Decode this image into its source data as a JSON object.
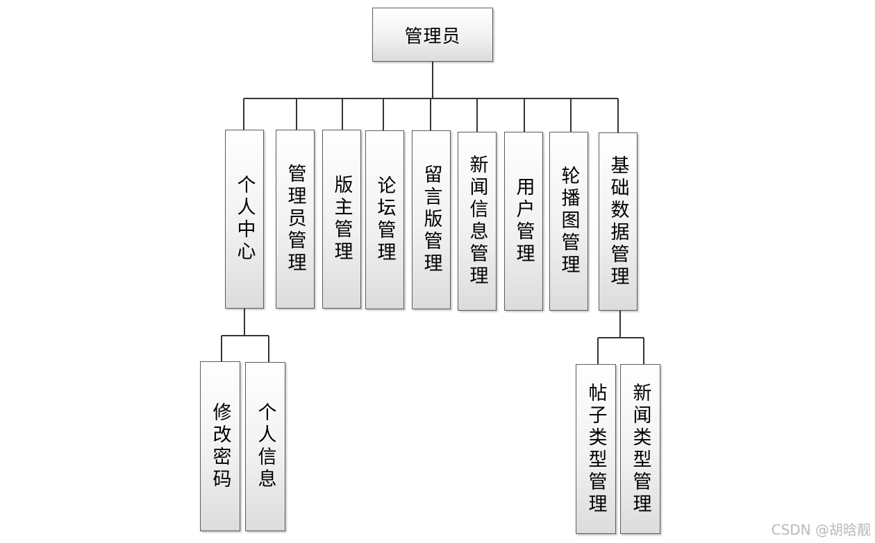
{
  "diagram": {
    "root": {
      "id": "root",
      "label": "管理员"
    },
    "level1": [
      {
        "id": "personal-center",
        "label": "个人中心"
      },
      {
        "id": "admin-management",
        "label": "管理员管理"
      },
      {
        "id": "moderator-management",
        "label": "版主管理"
      },
      {
        "id": "forum-management",
        "label": "论坛管理"
      },
      {
        "id": "message-board-management",
        "label": "留言版管理"
      },
      {
        "id": "news-info-management",
        "label": "新闻信息管理"
      },
      {
        "id": "user-management",
        "label": "用户管理"
      },
      {
        "id": "carousel-management",
        "label": "轮播图管理"
      },
      {
        "id": "basic-data-management",
        "label": "基础数据管理"
      }
    ],
    "level2": [
      {
        "id": "change-password",
        "label": "修改密码",
        "parent": "personal-center"
      },
      {
        "id": "personal-info",
        "label": "个人信息",
        "parent": "personal-center"
      },
      {
        "id": "post-type-management",
        "label": "帖子类型管理",
        "parent": "basic-data-management"
      },
      {
        "id": "news-type-management",
        "label": "新闻类型管理",
        "parent": "basic-data-management"
      }
    ]
  },
  "watermark": "CSDN @胡晗靓"
}
